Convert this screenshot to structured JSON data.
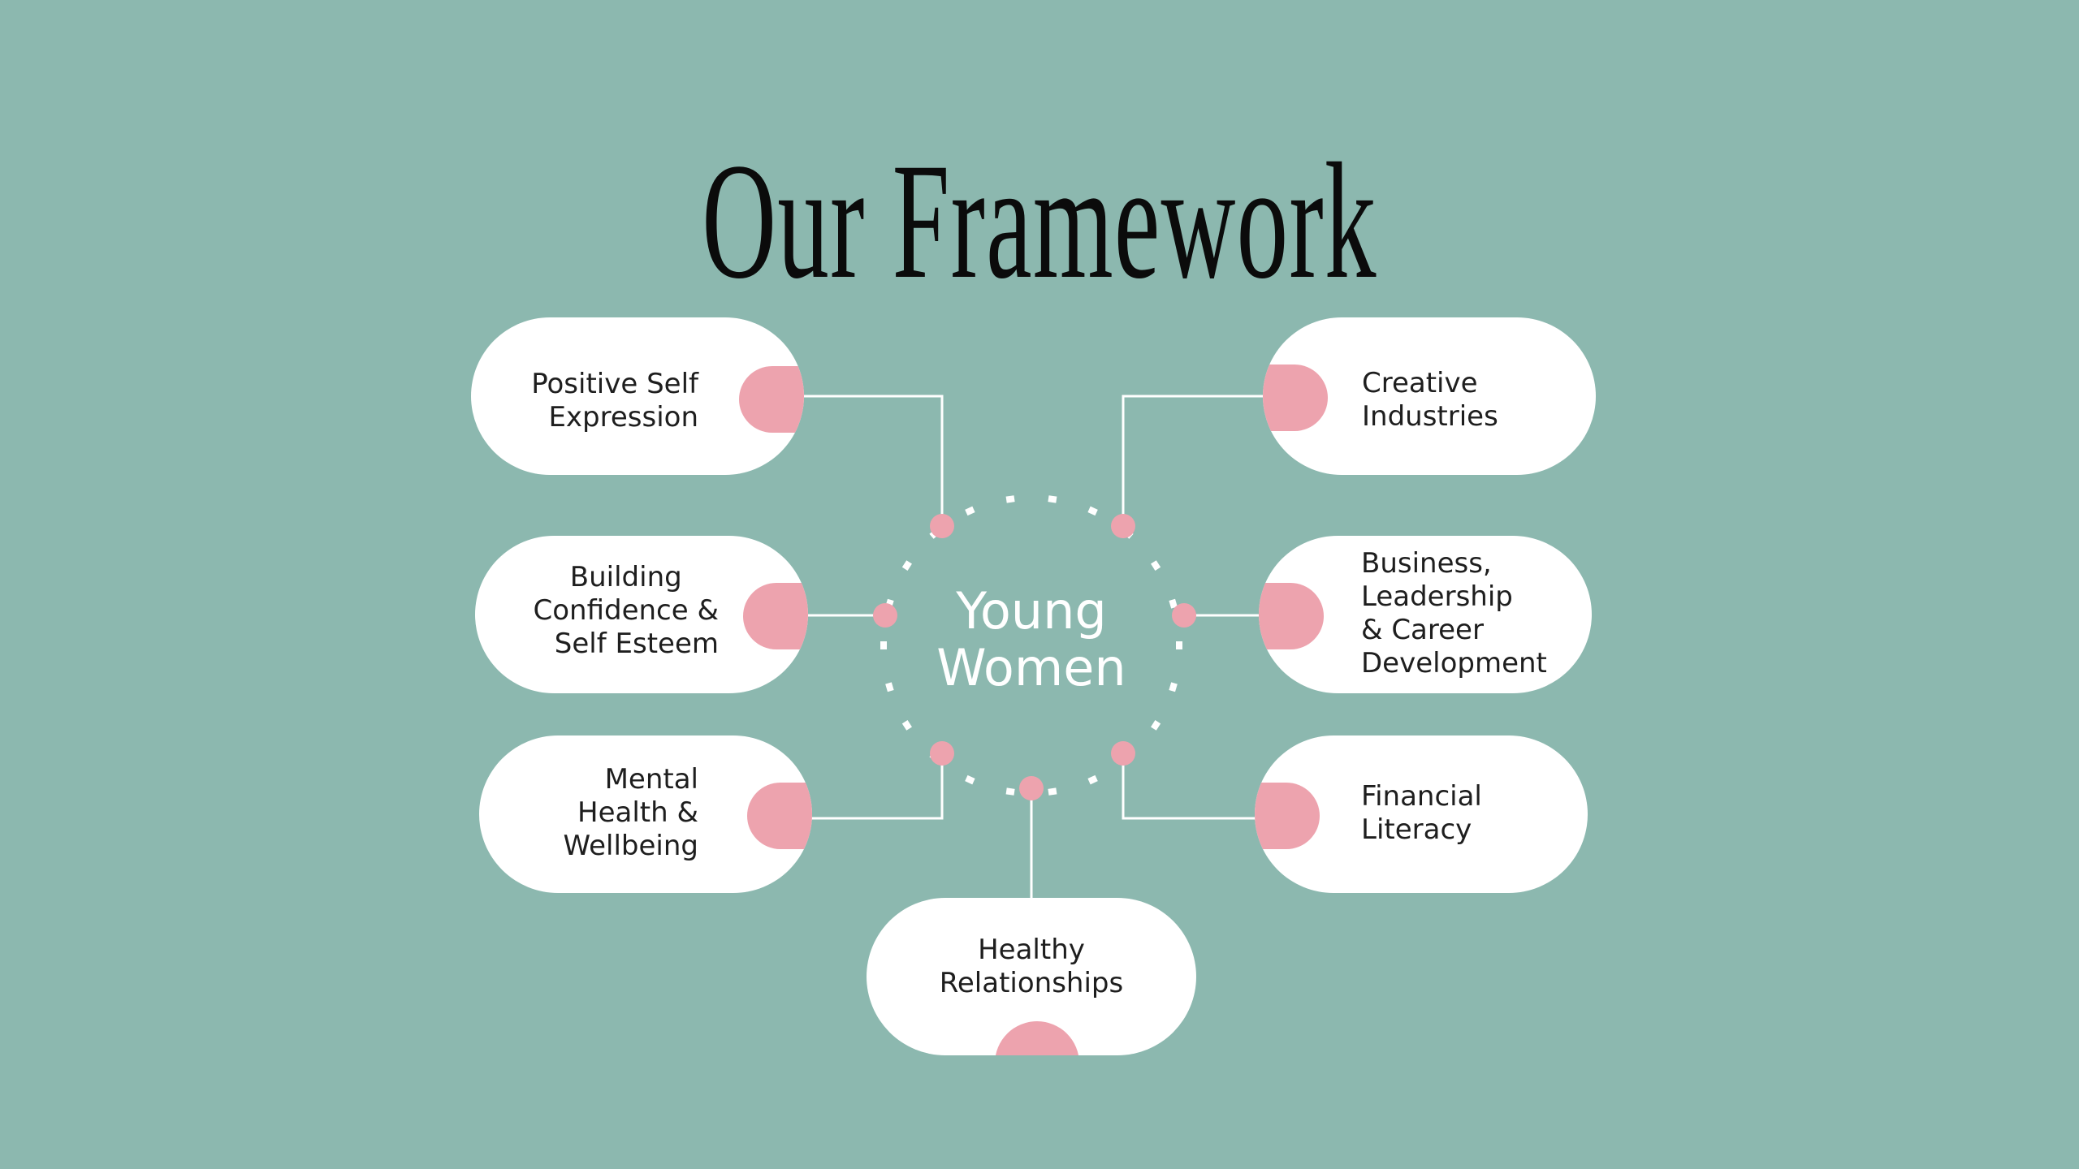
{
  "title": "Our Framework",
  "center": {
    "lines": [
      "Young",
      "Women"
    ]
  },
  "nodes": {
    "positive_self_expression": {
      "lines": [
        "Positive Self",
        "Expression"
      ]
    },
    "building_confidence": {
      "lines": [
        "Building",
        "Confidence &",
        "Self Esteem"
      ]
    },
    "mental_health": {
      "lines": [
        "Mental",
        "Health &",
        "Wellbeing"
      ]
    },
    "healthy_relationships": {
      "lines": [
        "Healthy",
        "Relationships"
      ]
    },
    "creative_industries": {
      "lines": [
        "Creative",
        "Industries"
      ]
    },
    "business_leadership": {
      "lines": [
        "Business,",
        "Leadership",
        "& Career",
        "Development"
      ]
    },
    "financial_literacy": {
      "lines": [
        "Financial",
        "Literacy"
      ]
    }
  },
  "colors": {
    "background": "#8CB8AF",
    "accent_pink": "#EDA3AE",
    "pill": "#FFFFFF",
    "connector": "#FFFFFF",
    "title": "#0B0B0B"
  }
}
